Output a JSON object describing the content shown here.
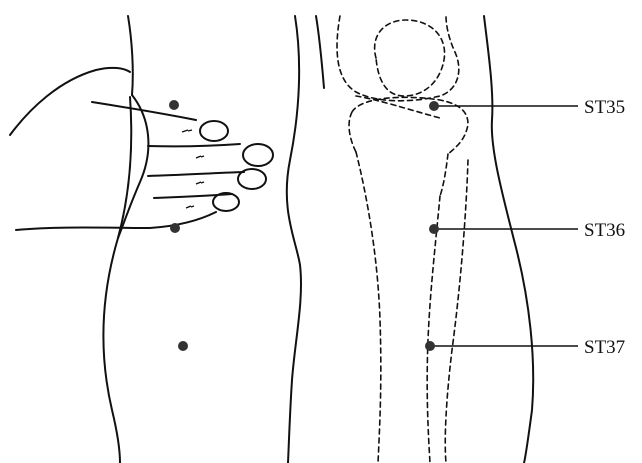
{
  "diagram": {
    "labels": {
      "st35": "ST35",
      "st36": "ST36",
      "st37": "ST37"
    },
    "ink_color": "#111111",
    "point_color": "#333333",
    "background": "#ffffff"
  }
}
